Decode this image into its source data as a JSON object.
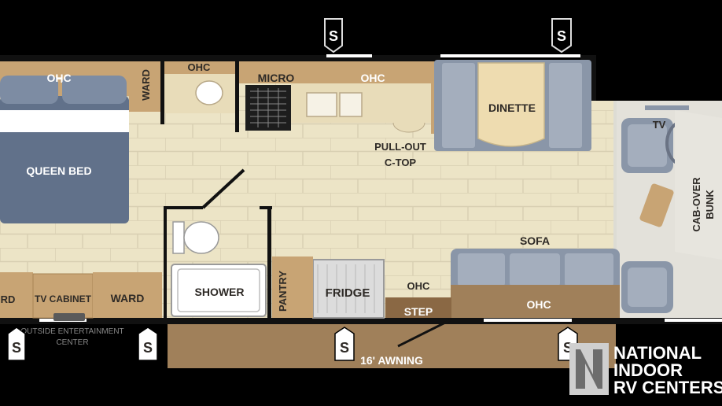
{
  "labels": {
    "ohc_bed": "OHC",
    "ward_top": "WARD",
    "ohc_bath": "OHC",
    "micro": "MICRO",
    "ohc_kitchen": "OHC",
    "dinette": "DINETTE",
    "pullout": "PULL-OUT",
    "ctop": "C-TOP",
    "tv": "TV",
    "queen_bed": "QUEEN BED",
    "cabover_1": "CAB-OVER",
    "cabover_2": "BUNK",
    "sofa": "SOFA",
    "rd": "RD",
    "tv_cabinet": "TV CABINET",
    "ward_bottom": "WARD",
    "shower": "SHOWER",
    "pantry": "PANTRY",
    "fridge": "FRIDGE",
    "ohc_step": "OHC",
    "step": "STEP",
    "ohc_sofa": "OHC",
    "outside_ent_1": "OUTSIDE ENTERTAINMENT",
    "outside_ent_2": "CENTER",
    "awning": "16' AWNING",
    "slide_marker": "S"
  },
  "logo": {
    "line1": "NATIONAL",
    "line2": "INDOOR",
    "line3": "RV CENTERS"
  },
  "colors": {
    "floor": "#ece4c6",
    "cabinet": "#c8a474",
    "counter": "#e8dcb9",
    "bed": "#61718a",
    "sofa": "#8a96a8",
    "awning": "#a0805a",
    "wall": "#111111"
  }
}
